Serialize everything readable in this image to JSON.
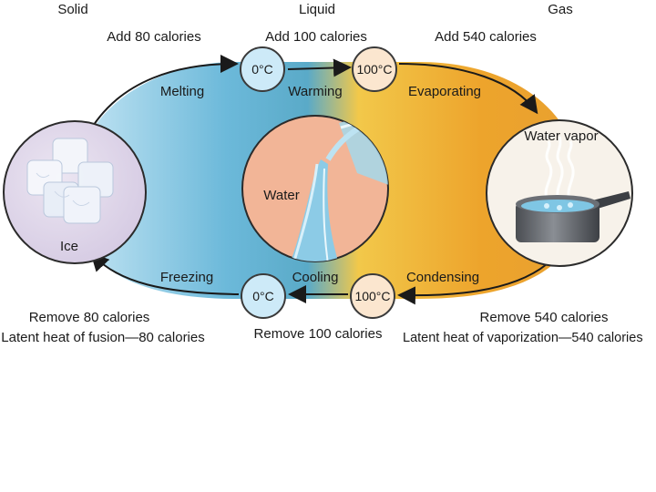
{
  "phases": {
    "solid": "Solid",
    "liquid": "Liquid",
    "gas": "Gas"
  },
  "top_labels": {
    "add_80": "Add 80 calories",
    "add_100": "Add 100 calories",
    "add_540": "Add 540 calories"
  },
  "process_labels": {
    "melting": "Melting",
    "warming": "Warming",
    "evaporating": "Evaporating",
    "freezing": "Freezing",
    "cooling": "Cooling",
    "condensing": "Condensing"
  },
  "temperatures": {
    "top_left": "0°C",
    "top_right": "100°C",
    "bottom_left": "0°C",
    "bottom_right": "100°C"
  },
  "nodes": {
    "ice": "Ice",
    "water": "Water",
    "vapor": "Water vapor"
  },
  "bottom_labels": {
    "remove_80": "Remove 80 calories",
    "fusion": "Latent heat of fusion—80 calories",
    "remove_100": "Remove 100 calories",
    "remove_540": "Remove 540 calories",
    "vaporization": "Latent heat of vaporization—540 calories"
  },
  "colors": {
    "cold_blue": "#a9d8ee",
    "mid_blue": "#5fb2d6",
    "warm_yellow": "#f3c640",
    "hot_orange": "#eea02a",
    "ice_circle": "#ddd4e8",
    "water_circle": "#f2b597",
    "vapor_circle": "#f7f2ea",
    "cold_node": "#cdeaf8",
    "hot_node": "#fbe6cf"
  }
}
